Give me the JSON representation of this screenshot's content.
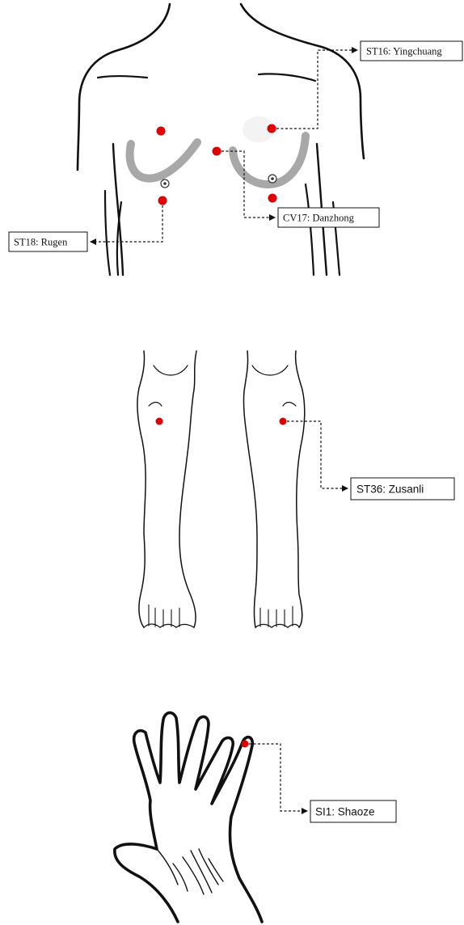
{
  "point_color": "#e00000",
  "labels": {
    "st16": "ST16: Yingchuang",
    "cv17": "CV17: Danzhong",
    "st18": "ST18: Rugen",
    "st36": "ST36: Zusanli",
    "si1": "SI1: Shaoze"
  }
}
